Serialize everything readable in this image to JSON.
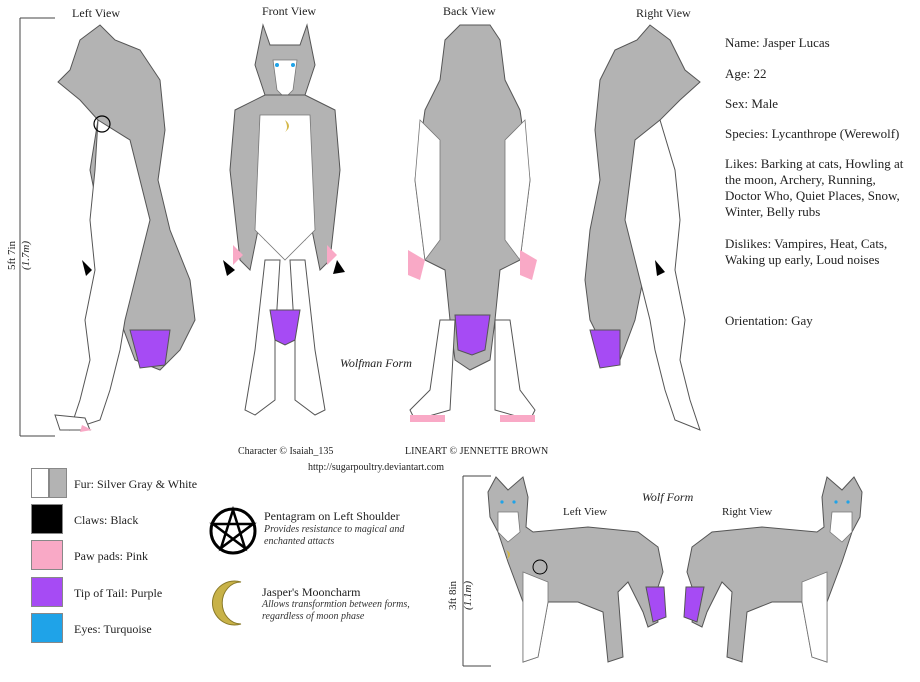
{
  "views": {
    "left": "Left View",
    "front": "Front View",
    "back": "Back View",
    "right": "Right View"
  },
  "profile": {
    "name": "Name: Jasper Lucas",
    "age": "Age: 22",
    "sex": "Sex: Male",
    "species": "Species: Lycanthrope (Werewolf)",
    "likes": "Likes: Barking at cats, Howling at the moon, Archery, Running, Doctor Who, Quiet Places, Snow, Winter, Belly rubs",
    "dislikes": "Dislikes: Vampires, Heat, Cats, Waking up early, Loud noises",
    "orientation": "Orientation: Gay"
  },
  "height_wolfman": {
    "feet": "5ft 7in",
    "metric": "(1.7m)"
  },
  "wolfman_form_label": "Wolfman Form",
  "credits": {
    "character": "Character © Isaiah_135",
    "lineart": "LINEART © JENNETTE BROWN",
    "url": "http://sugarpoultry.deviantart.com"
  },
  "colors": {
    "fur_white": "#ffffff",
    "fur_gray": "#b3b3b3",
    "claws": "#000000",
    "paw_pads": "#f9a9c6",
    "tail_tip": "#a64bf4",
    "eyes": "#1fa3e8"
  },
  "legend": [
    {
      "label": "Fur: Silver Gray & White"
    },
    {
      "label": "Claws: Black"
    },
    {
      "label": "Paw pads: Pink"
    },
    {
      "label": "Tip of Tail: Purple"
    },
    {
      "label": "Eyes: Turquoise"
    }
  ],
  "symbols": {
    "pentagram_title": "Pentagram on Left Shoulder",
    "pentagram_desc": "Provides resistance to magical and enchanted attacts",
    "moon_title": "Jasper's Mooncharm",
    "moon_desc": "Allows transformtion between forms, regardless of moon phase"
  },
  "wolf": {
    "form_label": "Wolf Form",
    "left": "Left View",
    "right": "Right View",
    "height_feet": "3ft 8in",
    "height_metric": "(1.1m)"
  },
  "icons": [
    "pentagram-icon",
    "crescent-moon-icon"
  ]
}
